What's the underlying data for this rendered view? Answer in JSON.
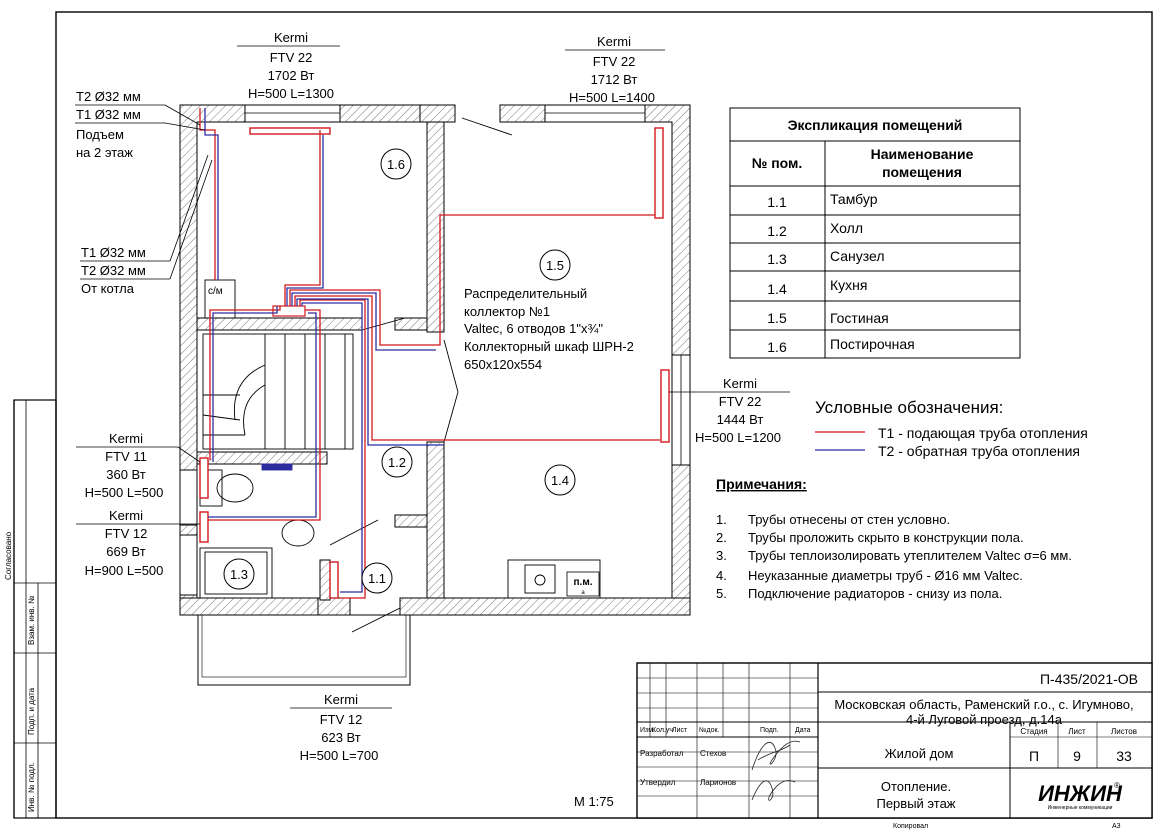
{
  "radiators": {
    "r1": {
      "brand": "Kermi",
      "model": "FTV 22",
      "power": "1702 Вт",
      "dims": "H=500 L=1300"
    },
    "r2": {
      "brand": "Kermi",
      "model": "FTV 22",
      "power": "1712 Вт",
      "dims": "H=500 L=1400"
    },
    "r3": {
      "brand": "Kermi",
      "model": "FTV 22",
      "power": "1444 Вт",
      "dims": "H=500 L=1200"
    },
    "r4": {
      "brand": "Kermi",
      "model": "FTV 11",
      "power": "360 Вт",
      "dims": "H=500 L=500"
    },
    "r5": {
      "brand": "Kermi",
      "model": "FTV 12",
      "power": "669 Вт",
      "dims": "H=900 L=500"
    },
    "r6": {
      "brand": "Kermi",
      "model": "FTV 12",
      "power": "623 Вт",
      "dims": "H=500 L=700"
    }
  },
  "riser": {
    "line1": "T2 Ø32 мм",
    "line2": "T1 Ø32 мм",
    "line3": "Подъем",
    "line4": "на 2 этаж"
  },
  "boiler": {
    "line1": "T1 Ø32 мм",
    "line2": "T2 Ø32 мм",
    "line3": "От котла"
  },
  "collector": {
    "line1": "Распределительный",
    "line2": "коллектор №1",
    "line3": "Valtec, 6 отводов 1\"х¾\"",
    "line4": "Коллекторный шкаф ШРН-2",
    "line5": "650х120х554"
  },
  "room_tags": {
    "r11": "1.1",
    "r12": "1.2",
    "r13": "1.3",
    "r14": "1.4",
    "r15": "1.5",
    "r16": "1.6"
  },
  "small_labels": {
    "cm": "с/м",
    "pm": "п.м.",
    "a": "а"
  },
  "explication": {
    "title": "Экспликация помещений",
    "col_num": "№ пом.",
    "col_name_1": "Наименование",
    "col_name_2": "помещения",
    "rows": [
      {
        "num": "1.1",
        "name": "Тамбур"
      },
      {
        "num": "1.2",
        "name": "Холл"
      },
      {
        "num": "1.3",
        "name": "Санузел"
      },
      {
        "num": "1.4",
        "name": "Кухня"
      },
      {
        "num": "1.5",
        "name": "Гостиная"
      },
      {
        "num": "1.6",
        "name": "Постирочная"
      }
    ]
  },
  "legend": {
    "title": "Условные обозначения:",
    "t1": "T1 - подающая труба отопления",
    "t2": "T2 - обратная труба отопления",
    "t1_color": "#d2181e",
    "t2_color": "#2d2da0"
  },
  "notes": {
    "title": "Примечания:",
    "items": [
      {
        "n": "1.",
        "text": "Трубы отнесены от стен условно."
      },
      {
        "n": "2.",
        "text": "Трубы проложить скрыто в конструкции пола."
      },
      {
        "n": "3.",
        "text": "Трубы теплоизолировать утеплителем Valtec σ=6 мм."
      },
      {
        "n": "4.",
        "text": "Неуказанные диаметры труб - Ø16 мм Valtec."
      },
      {
        "n": "5.",
        "text": "Подключение радиаторов - снизу из пола."
      }
    ]
  },
  "scale": "М 1:75",
  "stamp": {
    "code": "П-435/2021-ОВ",
    "address_1": "Московская область, Раменский г.о., с. Игумново,",
    "address_2": "4-й Луговой проезд, д.14а",
    "object": "Жилой дом",
    "sheet_title_1": "Отопление.",
    "sheet_title_2": "Первый этаж",
    "col_izm": "Изм.",
    "col_kol": "Кол.уч",
    "col_list": "Лист",
    "col_ndok": "№док.",
    "col_podp": "Подп.",
    "col_data": "Дата",
    "role_dev": "Разработал",
    "name_dev": "Стехов",
    "role_appr": "Утвердил",
    "name_appr": "Ларионов",
    "h_stage": "Стадия",
    "h_sheet": "Лист",
    "h_sheets": "Листов",
    "stage": "П",
    "sheet": "9",
    "sheets": "33",
    "logo": "ИНЖИН",
    "logo_sub": "Инженерные коммуникации",
    "logo_mark": "®",
    "copied": "Копировал",
    "format": "А3"
  },
  "side_frame": {
    "agreed": "Согласовано",
    "inv_sub": "Взам. инв. №",
    "sign_date": "Подп. и дата",
    "inv_orig": "Инв. № подл."
  }
}
